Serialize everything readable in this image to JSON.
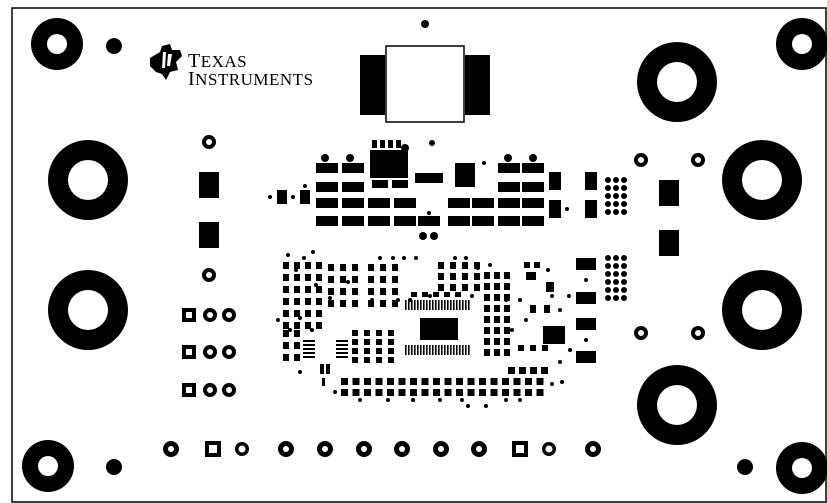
{
  "logo": {
    "line1_first": "T",
    "line1_rest": "EXAS",
    "line2_first": "I",
    "line2_rest": "NSTRUMENTS"
  },
  "colors": {
    "copper": "#000000",
    "board": "#ffffff",
    "outline": "#000000"
  },
  "icons": {
    "logo": "ti-state-logo-icon"
  }
}
